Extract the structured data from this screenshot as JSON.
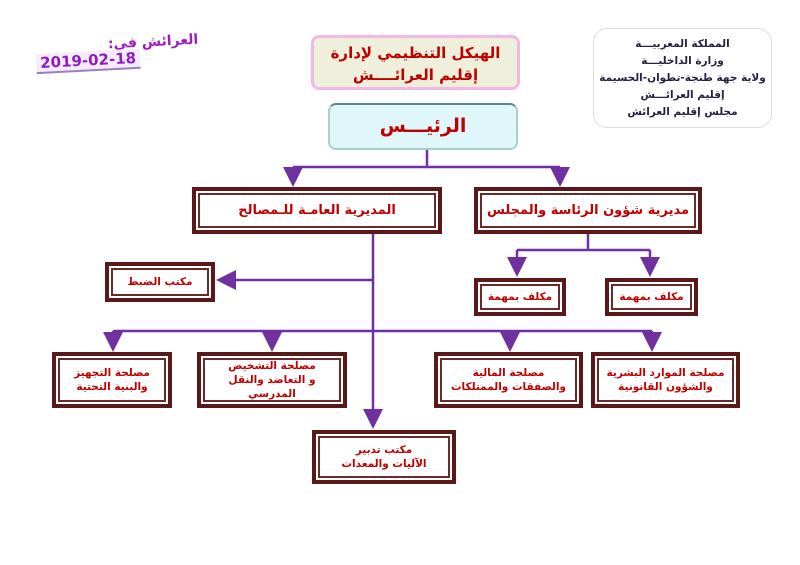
{
  "header": {
    "lines": [
      "المملكة المغربيـــة",
      "وزارة الداخليـــة",
      "ولاية جهة طنجة-تطوان-الحسيمة",
      "إقليم العرائـــش",
      "مجلس إقليم العرائش"
    ]
  },
  "date": {
    "label": "العرائش في:",
    "value": "2019-02-18"
  },
  "title": {
    "line1": "الهيكل التنظيمي لإدارة",
    "line2": "إقليم العرائــــش"
  },
  "president": "الرئيـــس",
  "directorates": {
    "general": "المديرية العامـة للـمصالح",
    "presidency": "مديرية شؤون الرئاسة والمجلس"
  },
  "office_control": "مكتب الضبط",
  "tasked": [
    "مكلف بمهمة",
    "مكلف بمهمة"
  ],
  "services": [
    {
      "l1": "مصلحة الموارد البشرية",
      "l2": "والشؤون القانونية"
    },
    {
      "l1": "مصلحة المالية",
      "l2": "والصفقات والممتلكات"
    },
    {
      "l1": "مصلحة التشخيص",
      "l2": "و التعاضد والنقل المدرسي"
    },
    {
      "l1": "مصلحة التجهيز",
      "l2": "والبنية التحتية"
    }
  ],
  "equipment_office": {
    "l1": "مكتب تدبير",
    "l2": "الآليات والمعدات"
  },
  "colors": {
    "line": "#7030a0",
    "border": "#5a1818",
    "text": "#c00000"
  }
}
